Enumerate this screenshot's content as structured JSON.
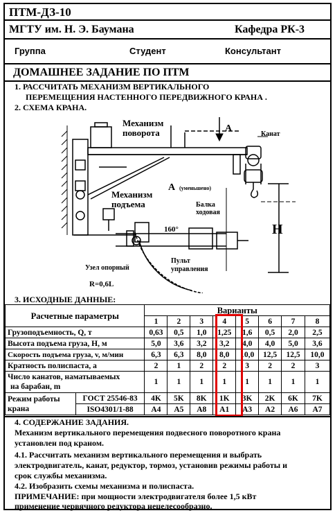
{
  "header": {
    "code": "ПТМ-ДЗ-10",
    "university": "МГТУ им. Н. Э. Баумана",
    "department": "Кафедра РК-3",
    "group_label": "Группа",
    "student_label": "Студент",
    "consultant_label": "Консультант"
  },
  "title": "ДОМАШНЕЕ ЗАДАНИЕ ПО ПТМ",
  "task": {
    "item1_line1": "1. РАССЧИТАТЬ МЕХАНИЗМ ВЕРТИКАЛЬНОГО",
    "item1_line2": "ПЕРЕМЕЩЕНИЯ НАСТЕННОГО   ПЕРЕДВИЖНОГО КРАНА .",
    "item2": "2. СХЕМА КРАНА."
  },
  "diagram": {
    "label_rotation": "Механизм",
    "label_rotation2": "поворота",
    "label_a": "А",
    "label_rope": "Канат",
    "label_a_reduced": "А",
    "label_a_reduced2": "(уменьшено)",
    "label_hoist": "Механизм",
    "label_hoist2": "подъема",
    "label_beam": "Балка",
    "label_beam2": "ходовая",
    "label_angle": "160°",
    "label_h": "H",
    "label_support": "Узел опорный",
    "label_panel": "Пульт",
    "label_panel2": "управления",
    "label_r": "R=0,6L"
  },
  "item3": "3. ИСХОДНЫЕ ДАННЫЕ:",
  "table": {
    "header_params": "Расчетные параметры",
    "header_variants": "Варианты",
    "variant_numbers": [
      "1",
      "2",
      "3",
      "4",
      "5",
      "6",
      "7",
      "8"
    ],
    "rows": [
      {
        "label": "Грузоподъемность, Q, т",
        "values": [
          "0,63",
          "0,5",
          "1,0",
          "1,25",
          "1,6",
          "0,5",
          "2,0",
          "2,5"
        ]
      },
      {
        "label": "Высота подъема груза, H, м",
        "values": [
          "5,0",
          "3,6",
          "3,2",
          "3,2",
          "4,0",
          "4,0",
          "5,0",
          "3,6"
        ]
      },
      {
        "label": "Скорость подъема груза, v, м/мин",
        "values": [
          "6,3",
          "6,3",
          "8,0",
          "8,0",
          "10,0",
          "12,5",
          "12,5",
          "10,0"
        ]
      },
      {
        "label": "Кратность полиспаста, а",
        "values": [
          "2",
          "1",
          "2",
          "2",
          "3",
          "2",
          "2",
          "3"
        ]
      },
      {
        "label": "Число канатов, наматываемых",
        "label2": "на барабан, m",
        "values": [
          "1",
          "1",
          "1",
          "1",
          "1",
          "1",
          "1",
          "1"
        ]
      }
    ],
    "mode_label": "Режим работы",
    "mode_label2": "крана",
    "gost_label": "ГОСТ 25546-83",
    "gost_values": [
      "4K",
      "5K",
      "8K",
      "1K",
      "3K",
      "2K",
      "6K",
      "7K"
    ],
    "iso_label": "ISO4301/1-88",
    "iso_values": [
      "A4",
      "A5",
      "A8",
      "A1",
      "A3",
      "A2",
      "A6",
      "A7"
    ],
    "highlight_color": "#e00000"
  },
  "content": {
    "heading": "4. СОДЕРЖАНИЕ ЗАДАНИЯ.",
    "p1_line1": " Механизм вертикального перемещения подвесного поворотного крана",
    "p1_line2": "установлен  под краном.",
    "p2_line1": "4.1. Рассчитать механизм вертикального перемещения и выбрать",
    "p2_line2": "электродвигатель, канат, редуктор, тормоз, установив режимы работы и",
    "p2_line3": "срок службы механизма.",
    "p3": "4.2. Изобразить схемы механизма и полиспаста.",
    "note_line1": "ПРИМЕЧАНИЕ:   при мощности электродвигателя более 1,5 кВт",
    "note_line2": "применение червячного редуктора нецелесообразно."
  }
}
